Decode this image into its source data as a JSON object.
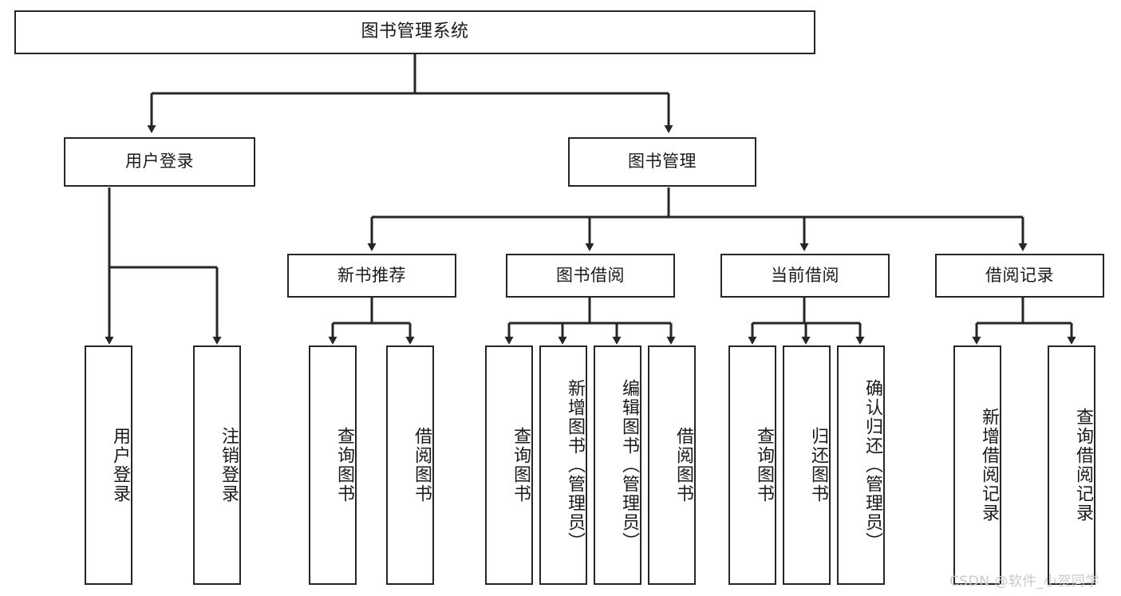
{
  "diagram": {
    "title": "图书管理系统",
    "type": "tree-hierarchy-chart",
    "orientation": "top-down",
    "colors": {
      "stroke": "#262626",
      "fill": "#ffffff",
      "text": "#1a1a1a",
      "watermark": "#c9c9c9"
    },
    "levels": {
      "root": {
        "label": "图书管理系统"
      },
      "level2": [
        {
          "label": "用户登录"
        },
        {
          "label": "图书管理"
        }
      ],
      "level3": [
        {
          "label": "新书推荐"
        },
        {
          "label": "图书借阅"
        },
        {
          "label": "当前借阅"
        },
        {
          "label": "借阅记录"
        }
      ],
      "leaves": {
        "user_login": [
          {
            "label": "用户登录"
          },
          {
            "label": "注销登录"
          }
        ],
        "new_book_recommend": [
          {
            "label": "查询图书"
          },
          {
            "label": "借阅图书"
          }
        ],
        "book_borrow": [
          {
            "label": "查询图书"
          },
          {
            "label": "新增图书（管理员）"
          },
          {
            "label": "编辑图书（管理员）"
          },
          {
            "label": "借阅图书"
          }
        ],
        "current_borrow": [
          {
            "label": "查询图书"
          },
          {
            "label": "归还图书"
          },
          {
            "label": "确认归还（管理员）"
          }
        ],
        "borrow_record": [
          {
            "label": "新增借阅记录"
          },
          {
            "label": "查询借阅记录"
          }
        ]
      }
    }
  },
  "watermark": {
    "text": "CSDN @软件_小贺同学"
  }
}
